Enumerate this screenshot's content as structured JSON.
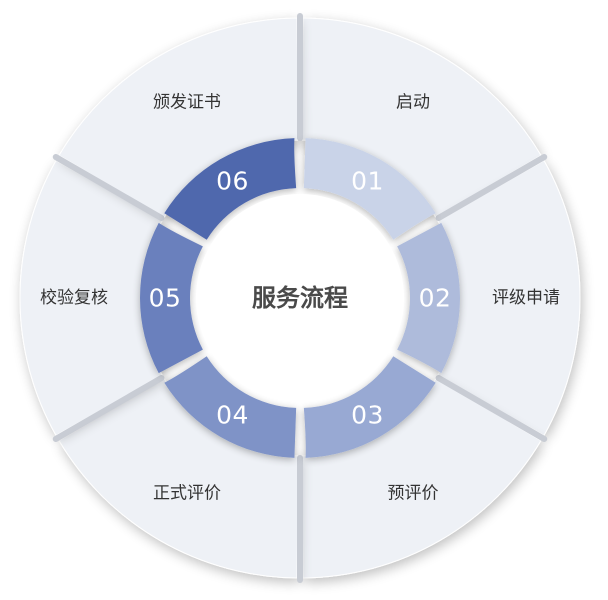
{
  "title": "服务流程",
  "colors": {
    "outer_sector": "#eef1f6",
    "outer_sector_edge": "#ffffff",
    "divider": "#c8ccd4",
    "center_fill": "#ffffff"
  },
  "steps": [
    {
      "number": "01",
      "label": "启动",
      "color": "#c9d3e8"
    },
    {
      "number": "02",
      "label": "评级申请",
      "color": "#aebbdb"
    },
    {
      "number": "03",
      "label": "预评价",
      "color": "#98a9d3"
    },
    {
      "number": "04",
      "label": "正式评价",
      "color": "#7f93c7"
    },
    {
      "number": "05",
      "label": "校验复核",
      "color": "#6a80bd"
    },
    {
      "number": "06",
      "label": "颁发证书",
      "color": "#4f67ad"
    }
  ]
}
